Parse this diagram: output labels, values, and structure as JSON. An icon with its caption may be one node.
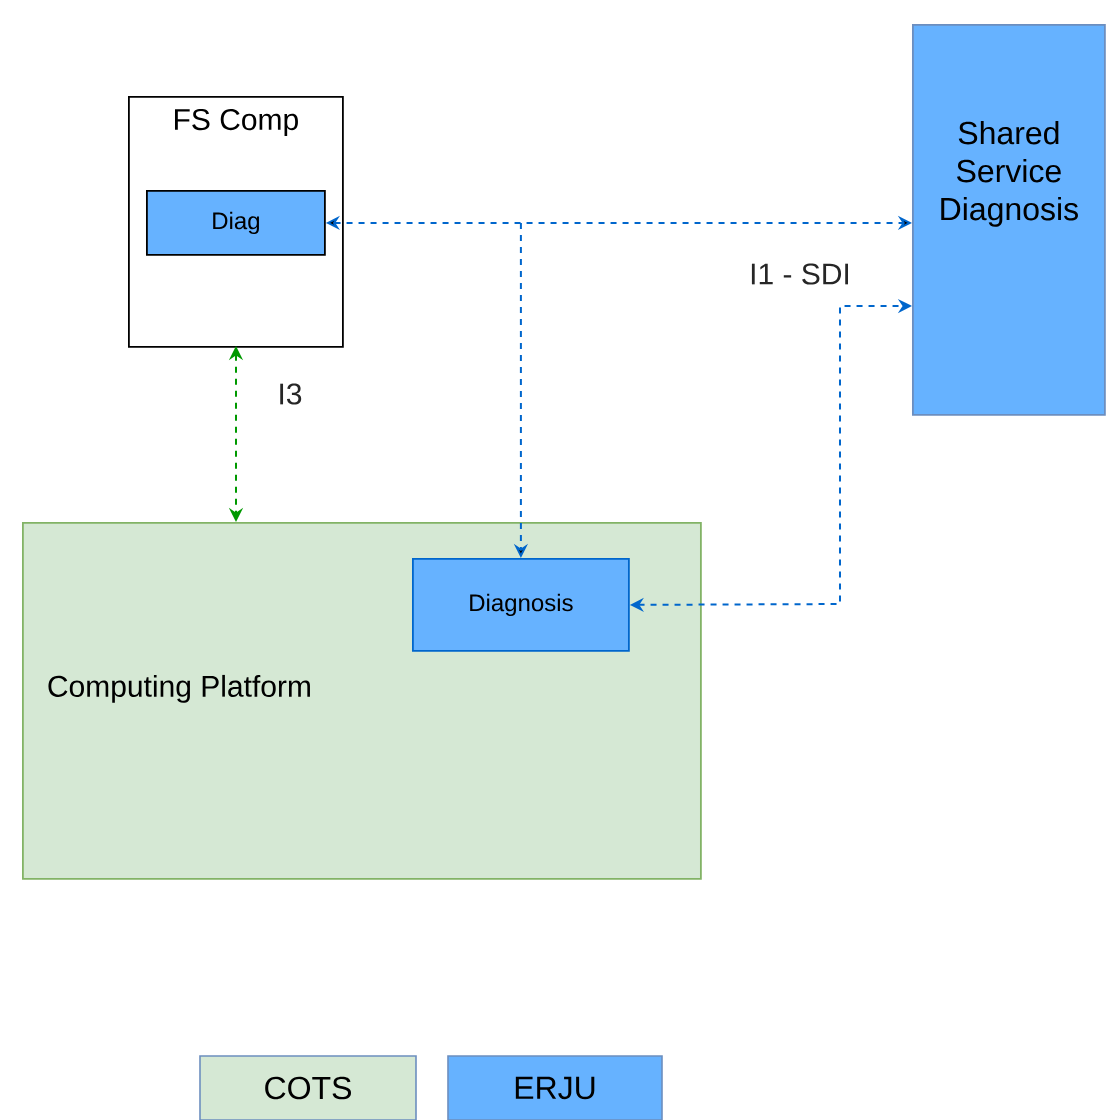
{
  "diagram": {
    "nodes": [
      {
        "text": [
          "FS Comp"
        ]
      },
      {
        "text": [
          "Diag"
        ],
        "in": 0
      },
      {
        "text": [
          "Shared Service Diagnosis"
        ]
      },
      {
        "text": [
          "Computing Platform"
        ]
      },
      {
        "text": [
          "Diagnosis"
        ],
        "in": 3
      }
    ],
    "edges": [
      {
        "from": 1,
        "to": 2,
        "arrow": "both",
        "style": "dashed"
      },
      {
        "from": 1,
        "to": 4,
        "arrow": "both",
        "style": "dashed"
      },
      {
        "from": 4,
        "to": 2,
        "arrow": "both",
        "style": "dashed",
        "label": "I1 - SDI"
      },
      {
        "from": 0,
        "to": 3,
        "arrow": "both",
        "style": "dashed",
        "color": "#009900",
        "label": "I3"
      }
    ],
    "legend": [
      {
        "text": "COTS",
        "color": "#d5e8d4"
      },
      {
        "text": "ERJU",
        "color": "#66b2ff"
      }
    ]
  }
}
